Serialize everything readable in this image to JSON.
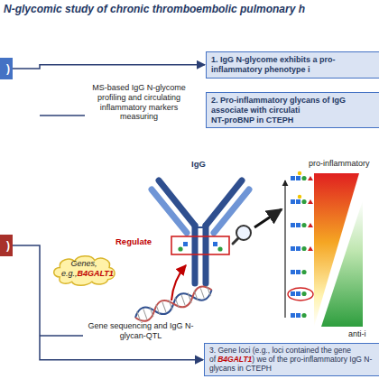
{
  "diagram": {
    "title": "N-glycomic study of chronic thromboembolic pulmonary h",
    "nodes": [
      {
        "text": [
          ")"
        ]
      },
      {
        "text": [
          ")"
        ]
      },
      {
        "text": [
          "1. IgG N-glycome exhibits a pro-inflammatory phenotype i"
        ]
      },
      {
        "text": [
          "2. Pro-inflammatory glycans of IgG associate with circulati",
          "NT-proBNP in CTEPH"
        ]
      },
      {
        "text": [
          "Genes, e.g.,",
          "B4GALT1"
        ]
      },
      {
        "text": [
          "3. Gene loci (e.g., loci contained the gene of",
          "B4GALT1",
          ") we",
          "of the pro-inflammatory IgG N-glycans in CTEPH"
        ]
      }
    ],
    "edges": [
      {
        "from": 0,
        "to": 2,
        "arrow": "to"
      },
      {
        "from": 1,
        "to": 5,
        "arrow": "to"
      }
    ],
    "labels": [
      "MS-based IgG N-glycome profiling and circulating inflammatory markers measuring",
      "IgG",
      "Regulate",
      "pro-inflammatory",
      "Gene sequencing and IgG N-glycan-QTL",
      "anti-i"
    ]
  }
}
